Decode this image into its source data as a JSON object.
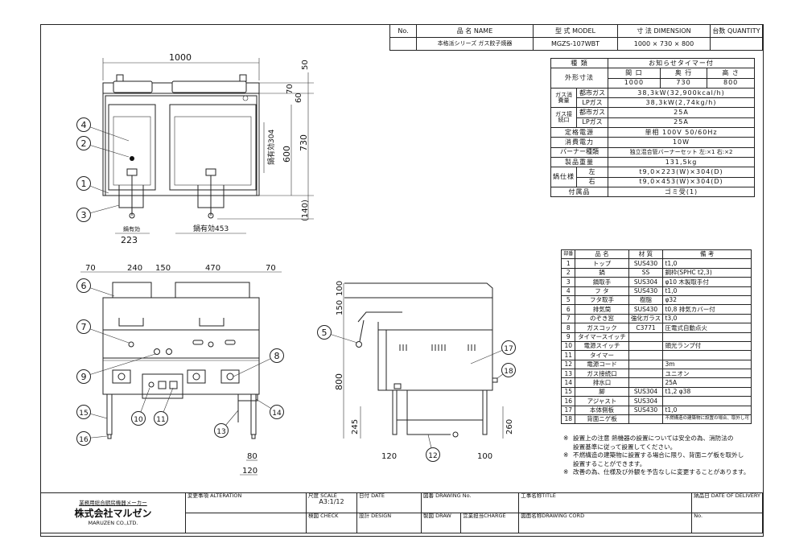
{
  "header": {
    "cols": [
      "No.",
      "品 名 NAME",
      "型 式 MODEL",
      "寸 法 DIMENSION",
      "台数 QUANTITY"
    ],
    "row": [
      "",
      "本格派シリーズ ガス餃子焼器",
      "MGZS-107WBT",
      "1000 × 730 × 800",
      ""
    ]
  },
  "spec": {
    "type_label": "種 類",
    "type_value": "お知らせタイマー付",
    "outer_label": "外形寸法",
    "w_label": "間 口",
    "d_label": "奥 行",
    "h_label": "高 さ",
    "w": "1000",
    "d": "730",
    "h": "800",
    "gas_cons_label": "ガス消費量",
    "gas_conn_label": "ガス接続口",
    "city_gas": "都市ガス",
    "lp_gas": "LPガス",
    "cons_city": "38,3kW(32,900kcal/h)",
    "cons_lp": "38,3kW(2,74kg/h)",
    "conn_city": "25A",
    "conn_lp": "25A",
    "power_label": "定格電源",
    "power": "単相 100V 50/60Hz",
    "consumption_label": "消費電力",
    "consumption": "10W",
    "burner_label": "バーナー種類",
    "burner": "独立混合管バーナーセット 左:×1 右:×2",
    "weight_label": "製品重量",
    "weight": "131,5kg",
    "pan_label": "鍋仕様",
    "left": "左",
    "right": "右",
    "pan_left": "t9,0×223(W)×304(D)",
    "pan_right": "t9,0×453(W)×304(D)",
    "acc_label": "付属品",
    "acc": "ゴミ受(1)"
  },
  "parts": {
    "headers": [
      "部番",
      "品 名",
      "材 質",
      "備 考"
    ],
    "rows": [
      [
        "1",
        "トップ",
        "SUS430",
        "t1,0"
      ],
      [
        "2",
        "鍋",
        "SS",
        "鋼枠(SPHC t2,3)"
      ],
      [
        "3",
        "鍋取手",
        "SUS304",
        "φ10 木製取手付"
      ],
      [
        "4",
        "フ タ",
        "SUS430",
        "t1,0"
      ],
      [
        "5",
        "フタ取手",
        "樹脂",
        "φ32"
      ],
      [
        "6",
        "排気筒",
        "SUS430",
        "t0,8 排気カバー付"
      ],
      [
        "7",
        "のぞき窓",
        "強化ガラス",
        "t3,0"
      ],
      [
        "8",
        "ガスコック",
        "C3771",
        "圧電式自動点火"
      ],
      [
        "9",
        "タイマースイッチ",
        "",
        ""
      ],
      [
        "10",
        "電源スイッチ",
        "",
        "頭光ランプ付"
      ],
      [
        "11",
        "タイマー",
        "",
        ""
      ],
      [
        "12",
        "電源コード",
        "",
        "3m"
      ],
      [
        "13",
        "ガス接続口",
        "",
        "ユニオン"
      ],
      [
        "14",
        "排水口",
        "",
        "25A"
      ],
      [
        "15",
        "脚",
        "SUS304",
        "t1,2 φ38"
      ],
      [
        "16",
        "アジャスト",
        "SUS304",
        ""
      ],
      [
        "17",
        "本体側板",
        "SUS430",
        "t1,0"
      ],
      [
        "18",
        "背面ニゲ板",
        "",
        "不燃構造の建築物に設置の場合、取外し可"
      ]
    ]
  },
  "notes": [
    {
      "mark": "※",
      "lines": [
        "設置上の注意 熱機器の設置については安全の為、消防法の",
        "設置基準に従って設置してください。"
      ]
    },
    {
      "mark": "※",
      "lines": [
        "不燃構造の建築物に設置する場合に限り、背面ニゲ板を取外し",
        "設置することができます。"
      ]
    },
    {
      "mark": "※",
      "lines": [
        "改善の為、仕様及び外観を予告なしに変更することがあります。"
      ]
    }
  ],
  "title_block": {
    "maker_tag": "業務用総合厨房機器メーカー",
    "company_logo": "株式会社マルゼン",
    "company_en": "MARUZEN CO.,LTD.",
    "alteration": "変更事項 ALTERATION",
    "scale_label": "尺度 SCALE",
    "scale": "A3:1/12",
    "date": "日付 DATE",
    "drawing_no": "図番 DRAWING No.",
    "title": "工事名称TITLE",
    "delivery": "納品日 DATE OF DELIVERY",
    "check": "検図 CHECK",
    "design": "設計 DESIGN",
    "draw": "製図 DRAW",
    "charge": "営業担当CHARGE",
    "drawing_cord": "図面名称DRAWING CORD",
    "no": "No."
  },
  "dims": {
    "top": {
      "w": "1000",
      "d50": "50",
      "d70": "70",
      "d60": "60",
      "d730": "730",
      "d600": "600",
      "pan304": "鍋有効304",
      "d140": "(140)",
      "pan_l": "鍋有効",
      "pan_l_val": "223",
      "pan_r": "鍋有効453"
    },
    "front": {
      "a": "70",
      "b": "240",
      "c": "150",
      "d": "470",
      "e": "70",
      "f": "80",
      "g": "120"
    },
    "side": {
      "a": "100",
      "b": "150",
      "h": "800",
      "c": "245",
      "d": "260",
      "e": "120",
      "f": "100"
    }
  },
  "callouts": [
    "1",
    "2",
    "3",
    "4",
    "5",
    "6",
    "7",
    "8",
    "9",
    "10",
    "11",
    "12",
    "13",
    "14",
    "15",
    "16",
    "17",
    "18"
  ]
}
